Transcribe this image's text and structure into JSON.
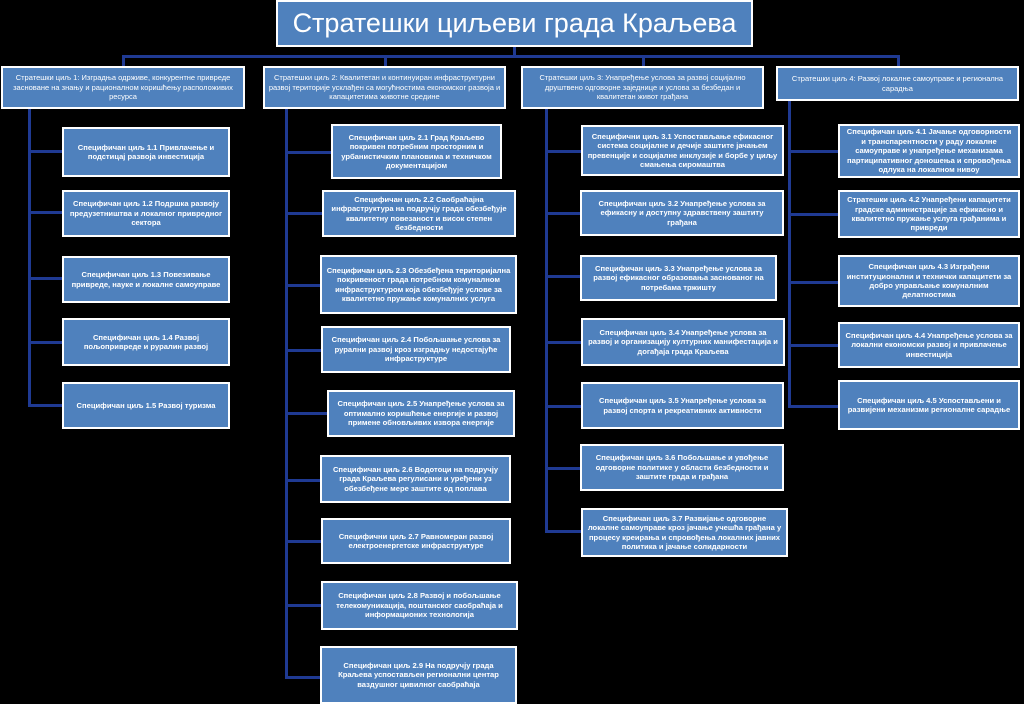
{
  "title": "Стратешки циљеви града Краљева",
  "columns": [
    {
      "goal": "Стратешки циљ 1: Изградња одрживе, конкурентне привреде засноване на знању и рационалном коришћењу расположивих ресурса",
      "specifics": [
        "Специфичан циљ 1.1 Привлачење и подстицај развоја инвестиција",
        "Специфичан циљ 1.2 Подршка развоју предузетништва и локалног приврeдног сектора",
        "Специфичан циљ 1.3 Повезивање привреде, науке и локалне самоуправе",
        "Специфичан циљ 1.4 Развој пољопривреде и руралин развоj",
        "Специфичан циљ 1.5 Развој туризма"
      ]
    },
    {
      "goal": "Стратешки циљ 2: Квалитетан и континуиран инфраструктурни развој територије усклађен са могућностима економског развоја и капацитетима животне средине",
      "specifics": [
        "Специфичан циљ 2.1 Град Краљево покривен потребним просторним и урбанистичким плановима и техничком документацијом",
        "Специфичан циљ 2.2 Саобраћајна инфраструктура на подручју града обезбеђује квалитетну повезаност и висок степен безбедности",
        "Специфичан циљ 2.3 Обезбеђена територијална покривеност града потребном комуналном инфраструктуром која обезбеђује услове за квалитетно пружање комуналних услуга",
        "Специфичан циљ 2.4 Побољшање услова за рурални развој кроз изградњу недостајуће инфраструктуре",
        "Специфичан циљ 2.5 Унапређење услова за оптимално коришћење енергије и развој примене обновљивих извора енергије",
        "Специфичан циљ 2.6 Водотоци на подручју града Краљева регулисани и уређени уз обезбеђене мере заштите од поплава",
        "Специфични циљ 2.7 Равномеран развој електроенергетске инфраструктуре",
        "Специфичан циљ 2.8 Развој и побољшање телекомуникација, поштанског саобраћаја и информационих технологија",
        "Специфичан циљ 2.9 На подручју града Краљева успостављен регионални центар ваздушног цивилног саобраћаја"
      ]
    },
    {
      "goal": "Стратешки циљ 3: Унапређење услова за развој социјално друштвено одговорне заједнице и услова за безбедан и квалитетан живот грађана",
      "specifics": [
        "Специфични циљ 3.1 Успостављање ефикасног система социјалне и дечије заштите јачањем превенције и социјалне инклузије и борбе у циљу смањења сиромаштва",
        "Специфичан циљ 3.2 Унапређење услова за ефикасну и доступну здравствену заштиту грађана",
        "Специфичан циљ 3.3 Унапређење услова за развој ефикасног образовања заснованог на потребама тржишту",
        "Специфичан циљ 3.4 Унапређење услова за развој и организацију културних манифестација и догађаја града Краљева",
        "Специфичан циљ 3.5 Унапређење услова за развој спорта и рекреативних активности",
        "Специфичан циљ 3.6 Побољшање и увођење одговорне политике у области безбедности и заштите града и грађана",
        "Специфичан циљ 3.7 Развијање одговорне локалне самоуправе кроз јачање учешћа грађана у процесу креирања и спровођења локалних јавних политика и јачање солидарности"
      ]
    },
    {
      "goal": "Стратешки циљ 4: Развој локалне самоуправе и регионална сарадња",
      "specifics": [
        "Специфичан циљ 4.1 Јачање одговорности и транспарентности у раду локалне самоуправе и унапређење механизама партиципативног доношења и спровођења одлука на локалном нивоу",
        "Стратешки циљ 4.2 Унапређени капацитети градске администрације за ефикасно и квалитетно пружање услуга грађанима и привреди",
        "Специфичан циљ 4.3 Изграђени институционални и технички капацитети за добро управљање комуналним делатностима",
        "Специфичан циљ 4.4 Унапређење услова за локални економски развој и привлачење инвестиција",
        "Специфичан циљ 4.5 Успостављени и развијени механизми регионалне сарадње"
      ]
    }
  ]
}
